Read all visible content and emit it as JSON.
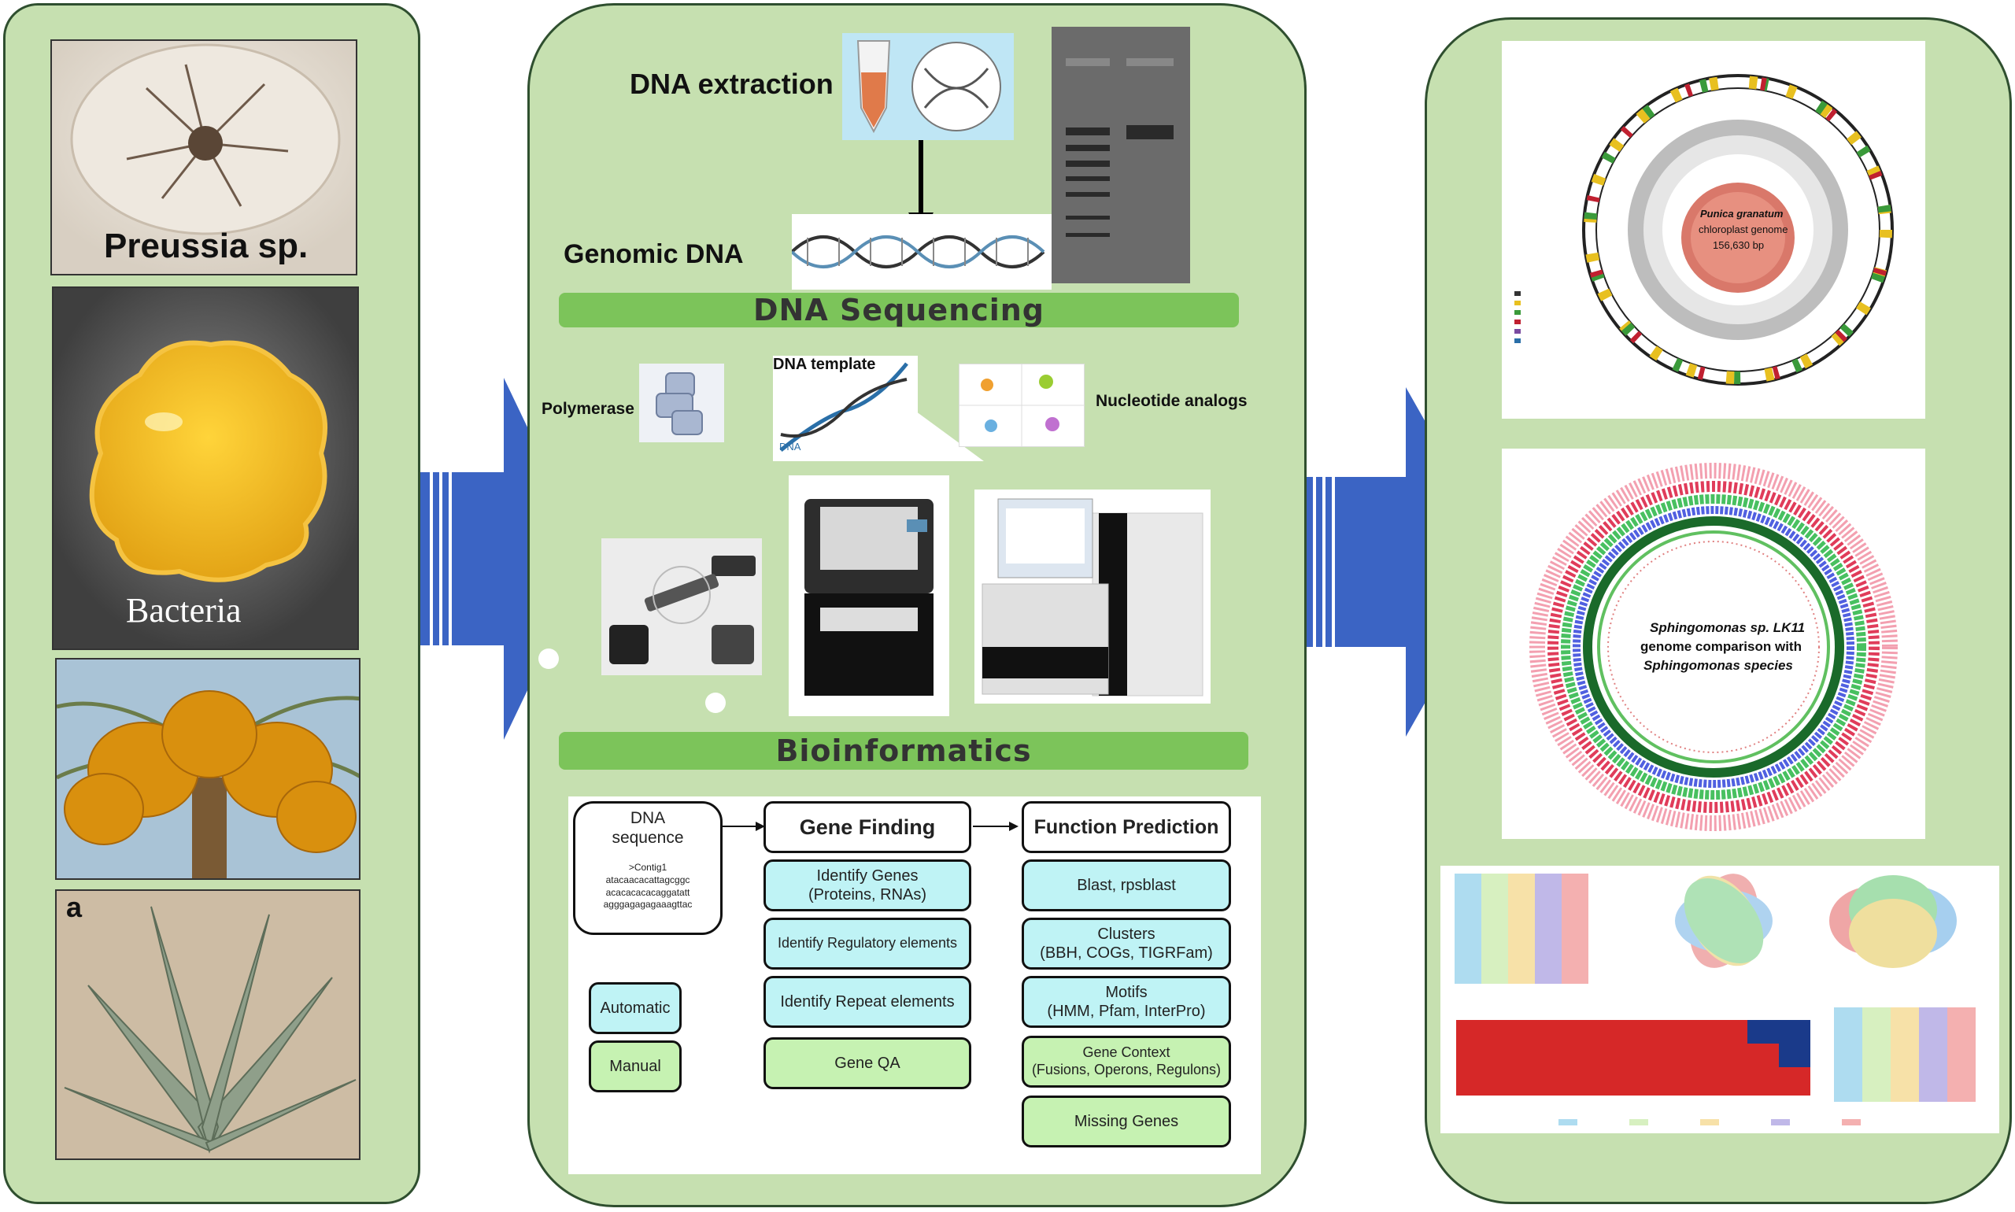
{
  "left_panel": {
    "photos": [
      {
        "label": "Preussia sp.",
        "icon": "fungus-colony-photo"
      },
      {
        "label": "Bacteria",
        "icon": "bacterial-colony-photo"
      },
      {
        "label": "",
        "icon": "date-palm-photo"
      },
      {
        "label": "a",
        "icon": "aloe-plant-photo"
      }
    ]
  },
  "middle_panel": {
    "dna_extraction_label": "DNA extraction",
    "genomic_dna_label": "Genomic DNA",
    "dna_sequencing_title": "DNA Sequencing",
    "polymerase_label": "Polymerase",
    "dna_template_label": "DNA template",
    "nucleotide_analogs_label": "Nucleotide analogs",
    "dna_small_label": "DNA",
    "bioinformatics_title": "Bioinformatics",
    "flow": {
      "dna_sequence_title": "DNA sequence",
      "dna_sequence_body": ">Contig1\natacaacacattagcggc\nacacacacacaggatatt\nagggagagagaaagttac",
      "automatic": "Automatic",
      "manual": "Manual",
      "gene_finding": "Gene Finding",
      "gene_finding_items": [
        "Identify Genes\n(Proteins, RNAs)",
        "Identify Regulatory elements",
        "Identify Repeat elements",
        "Gene QA"
      ],
      "function_prediction": "Function Prediction",
      "function_items": [
        "Blast, rpsblast",
        "Clusters\n(BBH, COGs, TIGRFam)",
        "Motifs\n(HMM, Pfam, InterPro)",
        "Gene Context\n(Fusions, Operons, Regulons)",
        "Missing Genes"
      ]
    }
  },
  "right_panel": {
    "chloroplast_center": [
      "Punica granatum",
      "chloroplast genome",
      "156,630 bp"
    ],
    "comparison_center": [
      "Sphingomonas sp. LK11",
      "genome comparison with",
      "Sphingomonas species"
    ]
  },
  "colors": {
    "panel_bg": "#c6e0b0",
    "arrow_blue": "#3b64c4",
    "bar_green": "#7cc45a",
    "cyan_box": "#bff3f5",
    "green_box": "#c6f2b2"
  }
}
